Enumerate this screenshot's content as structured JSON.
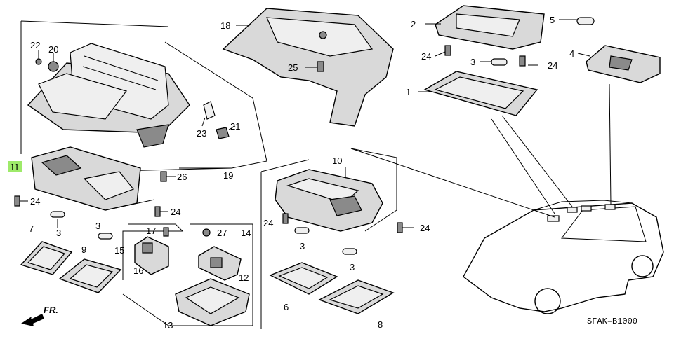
{
  "diagram": {
    "code": "SFAK–B1000",
    "direction": "FR.",
    "callouts": {
      "c1": "1",
      "c2": "2",
      "c3a": "3",
      "c3b": "3",
      "c3c": "3",
      "c3d": "3",
      "c4": "4",
      "c5": "5",
      "c6": "6",
      "c7": "7",
      "c8": "8",
      "c9": "9",
      "c10": "10",
      "c11": "11",
      "c12": "12",
      "c13": "13",
      "c14": "14",
      "c15": "15",
      "c16": "16",
      "c17": "17",
      "c18": "18",
      "c19": "19",
      "c20": "20",
      "c21": "21",
      "c22": "22",
      "c23": "23",
      "c24a": "24",
      "c24b": "24",
      "c24c": "24",
      "c24d": "24",
      "c24e": "24",
      "c24f": "24",
      "c25": "25",
      "c26": "26",
      "c27": "27"
    },
    "colors": {
      "line": "#000000",
      "part": "#d9d9d9",
      "highlight": "#9eea6a"
    }
  }
}
